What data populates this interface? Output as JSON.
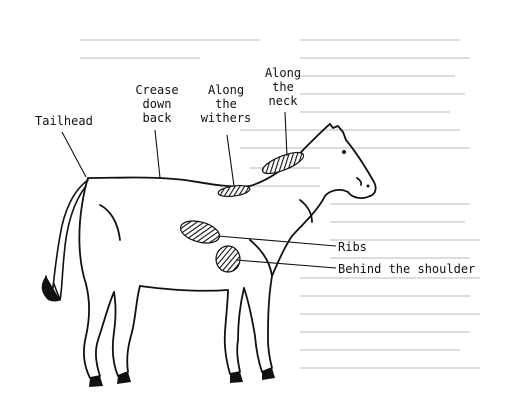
{
  "diagram": {
    "labels": {
      "tailhead": "Tailhead",
      "crease": "Crease\ndown\nback",
      "withers": "Along\nthe\nwithers",
      "neck": "Along\nthe\nneck",
      "ribs": "Ribs",
      "shoulder": "Behind the shoulder"
    },
    "colors": {
      "ink": "#111111",
      "faded_text": "#9a9a9a",
      "paper": "#ffffff"
    }
  }
}
